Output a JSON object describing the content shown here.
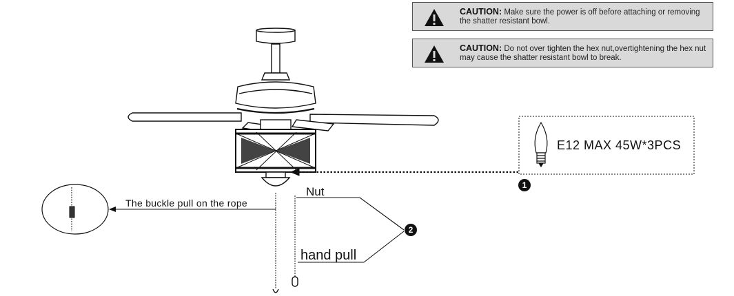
{
  "cautions": [
    {
      "label": "CAUTION:",
      "text": "Make sure the power is off before attaching or removing the shatter resistant bowl."
    },
    {
      "label": "CAUTION:",
      "text": "Do not over tighten the hex nut,overtightening the hex nut may cause the shatter resistant bowl to break."
    }
  ],
  "labels": {
    "buckle": "The buckle pull on the rope",
    "nut": "Nut",
    "hand_pull": "hand pull",
    "bulb": "E12 MAX 45W*3PCS"
  },
  "markers": {
    "one": "1",
    "two": "2"
  },
  "colors": {
    "caution_bg": "#d9d9d9",
    "line": "#111111"
  }
}
